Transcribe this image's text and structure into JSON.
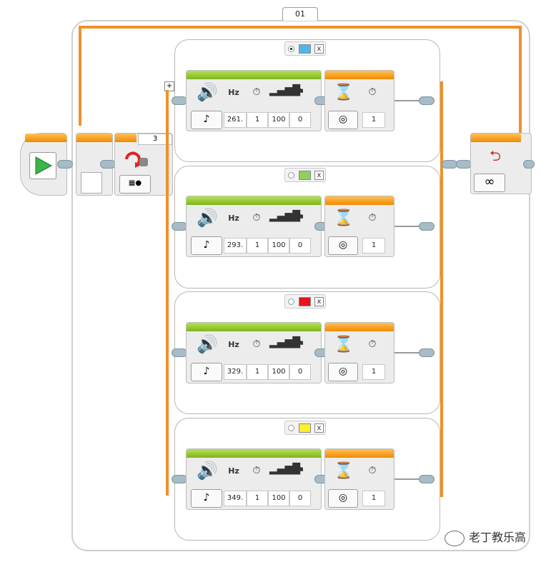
{
  "loop": {
    "name": "01",
    "count_symbol": "∞"
  },
  "switch": {
    "value": "3"
  },
  "cases": [
    {
      "color": "#4fb5e8",
      "selected": true,
      "freq": "261.",
      "duration": "1",
      "volume": "100",
      "play_type": "0",
      "wait": "1"
    },
    {
      "color": "#8fcf5a",
      "selected": false,
      "freq": "293.",
      "duration": "1",
      "volume": "100",
      "play_type": "0",
      "wait": "1"
    },
    {
      "color": "#e8141b",
      "selected": false,
      "freq": "329.",
      "duration": "1",
      "volume": "100",
      "play_type": "0",
      "wait": "1"
    },
    {
      "color": "#ffef2c",
      "selected": false,
      "freq": "349.",
      "duration": "1",
      "volume": "100",
      "play_type": "0",
      "wait": "1"
    }
  ],
  "labels": {
    "hz": "Hz",
    "add_case": "+",
    "close": "x"
  },
  "watermark": {
    "text": "老丁教乐高"
  },
  "colors": {
    "flow_wire": "#f0902a",
    "sound_header": "#8cc63f",
    "wait_header": "#f7941d",
    "start_triangle": "#3cb44a"
  }
}
